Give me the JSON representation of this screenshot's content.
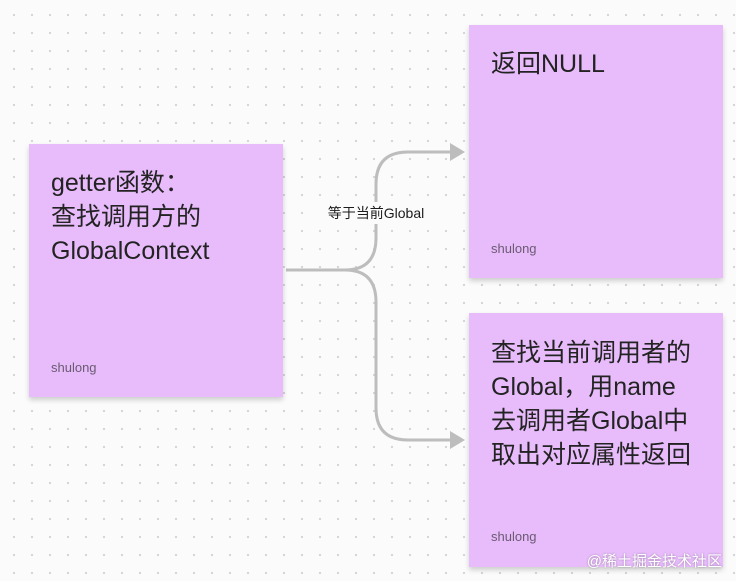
{
  "notes": {
    "left": {
      "text": "getter函数：\n查找调用方的\nGlobalContext",
      "author": "shulong"
    },
    "top_right": {
      "text": "返回NULL",
      "author": "shulong"
    },
    "bottom_right": {
      "text": "查找当前调用者的\nGlobal，用name\n去调用者Global中\n取出对应属性返回",
      "author": "shulong"
    }
  },
  "edge_label": "等于当前Global",
  "watermark": "@稀土掘金技术社区",
  "colors": {
    "note": "#e8bcfb",
    "connector": "#bdbdbd"
  }
}
